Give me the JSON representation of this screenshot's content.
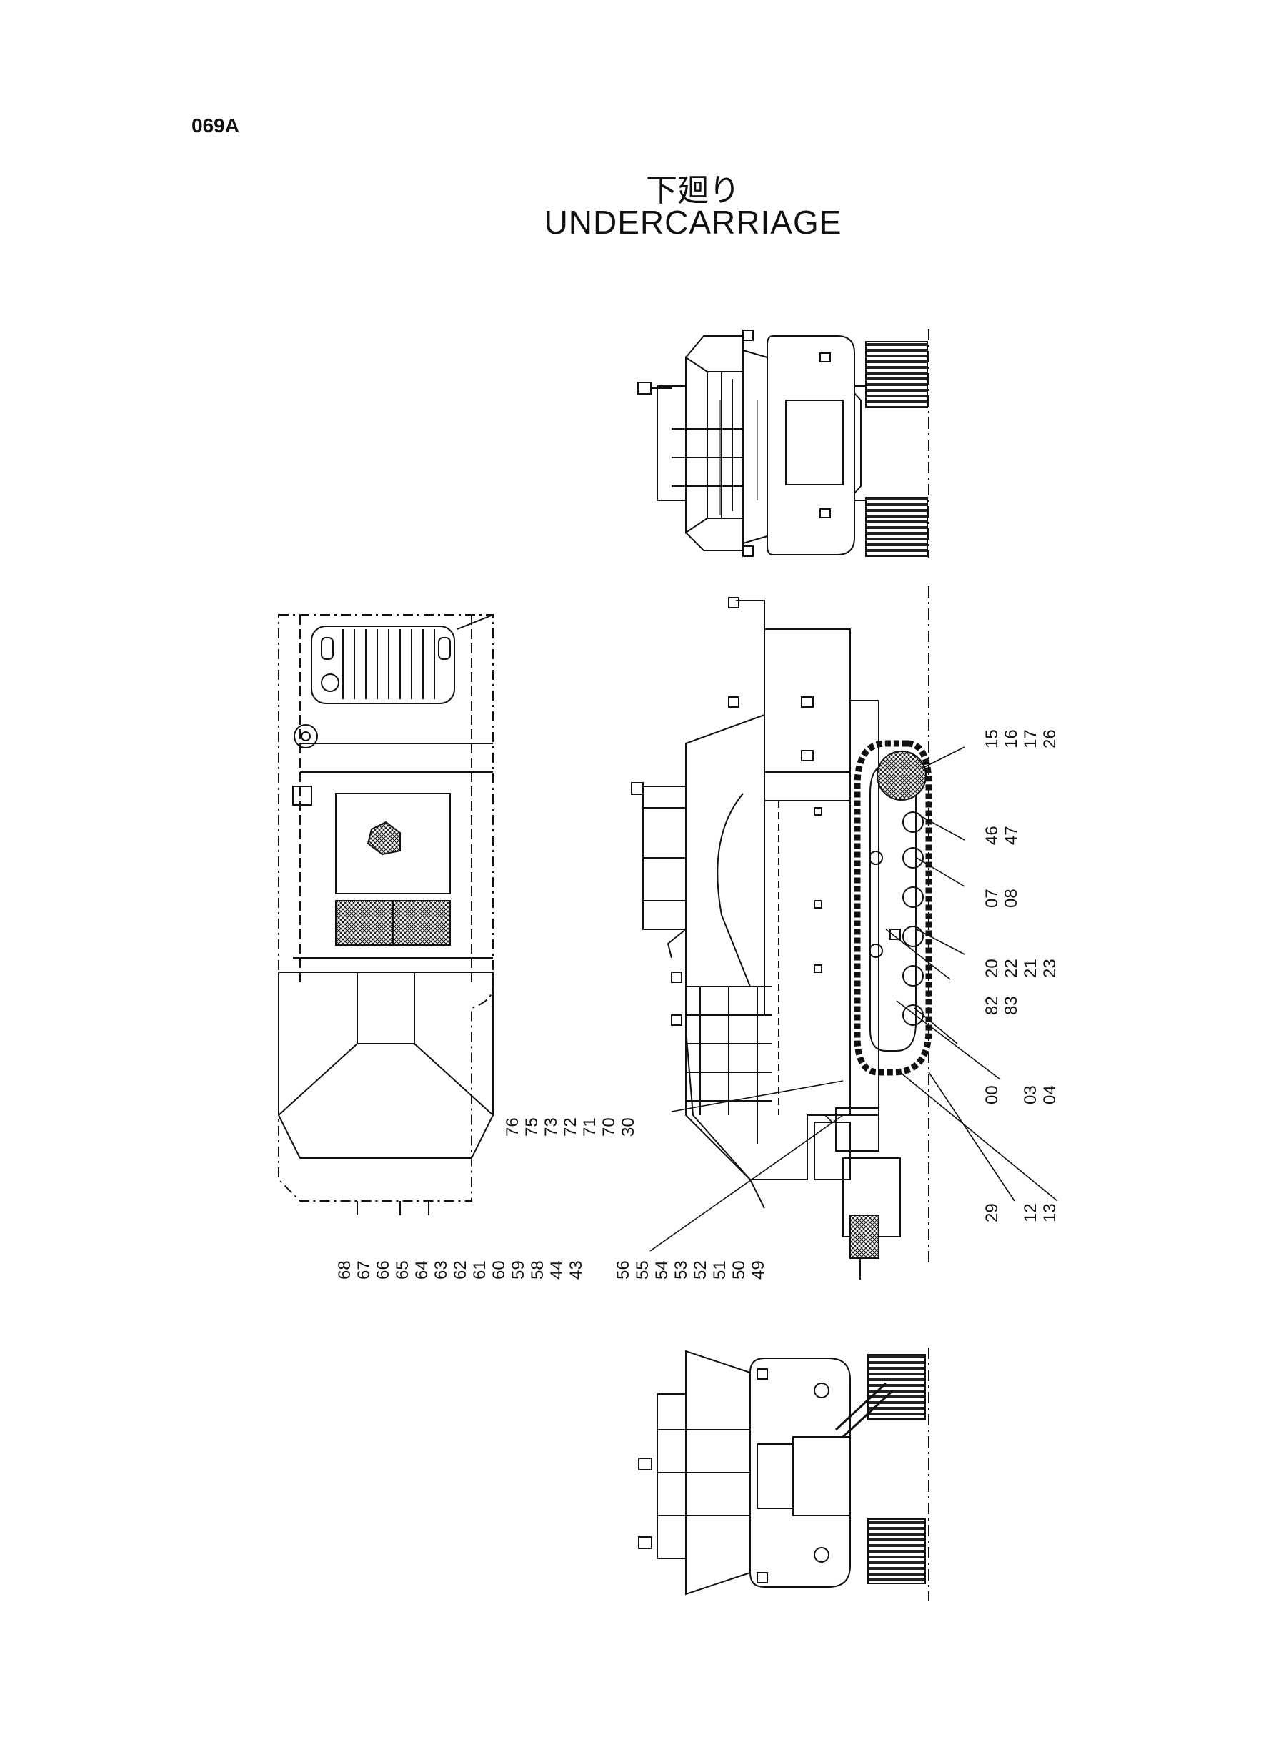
{
  "page_code": "069A",
  "title_jp": "下廻り",
  "title_en": "UNDERCARRIAGE",
  "callouts": {
    "c15": "15",
    "c16": "16",
    "c17": "17",
    "c26": "26",
    "c46": "46",
    "c47": "47",
    "c07": "07",
    "c08": "08",
    "c20": "20",
    "c22": "22",
    "c21": "21",
    "c23": "23",
    "c82": "82",
    "c83": "83",
    "c00": "00",
    "c03": "03",
    "c04": "04",
    "c29": "29",
    "c12": "12",
    "c13": "13",
    "c76": "76",
    "c75": "75",
    "c73": "73",
    "c72": "72",
    "c71": "71",
    "c70": "70",
    "c30": "30",
    "c68": "68",
    "c67": "67",
    "c66": "66",
    "c65": "65",
    "c64": "64",
    "c63": "63",
    "c62": "62",
    "c61": "61",
    "c60": "60",
    "c59": "59",
    "c58": "58",
    "c44": "44",
    "c43": "43",
    "c56": "56",
    "c55": "55",
    "c54": "54",
    "c53": "53",
    "c52": "52",
    "c51": "51",
    "c50": "50",
    "c49": "49"
  }
}
